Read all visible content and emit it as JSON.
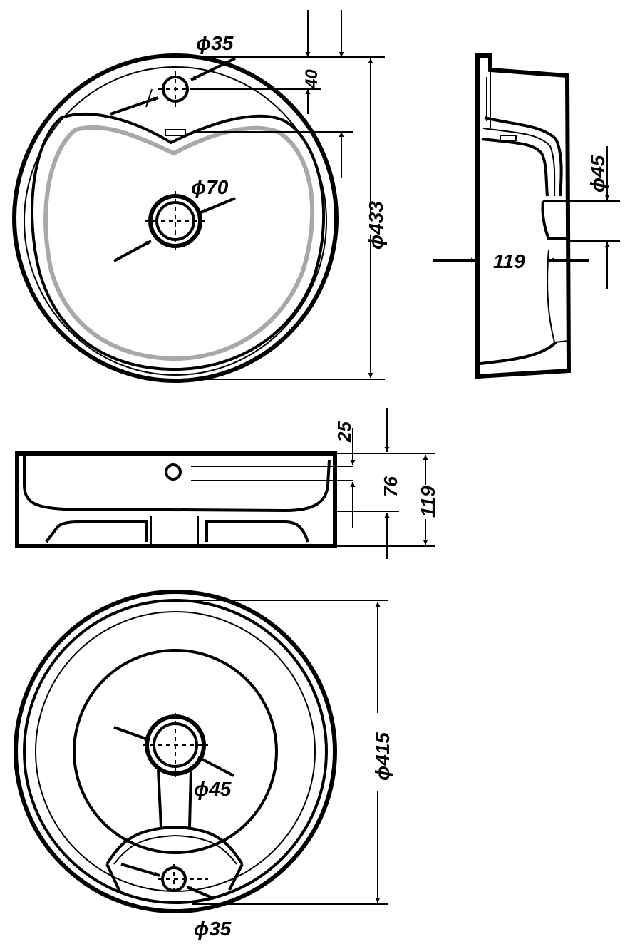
{
  "top_view": {
    "tap_hole_label": "ϕ35",
    "drain_label": "ϕ70",
    "diameter_label": "ϕ433",
    "offset_label": "40"
  },
  "side_view": {
    "drain_label": "ϕ45",
    "height_label": "119"
  },
  "front_view": {
    "dim_top_label": "25",
    "dim_mid_label": "76",
    "dim_total_label": "119"
  },
  "bottom_view": {
    "diameter_label": "ϕ415",
    "drain_label": "ϕ45",
    "tap_hole_label": "ϕ35"
  }
}
